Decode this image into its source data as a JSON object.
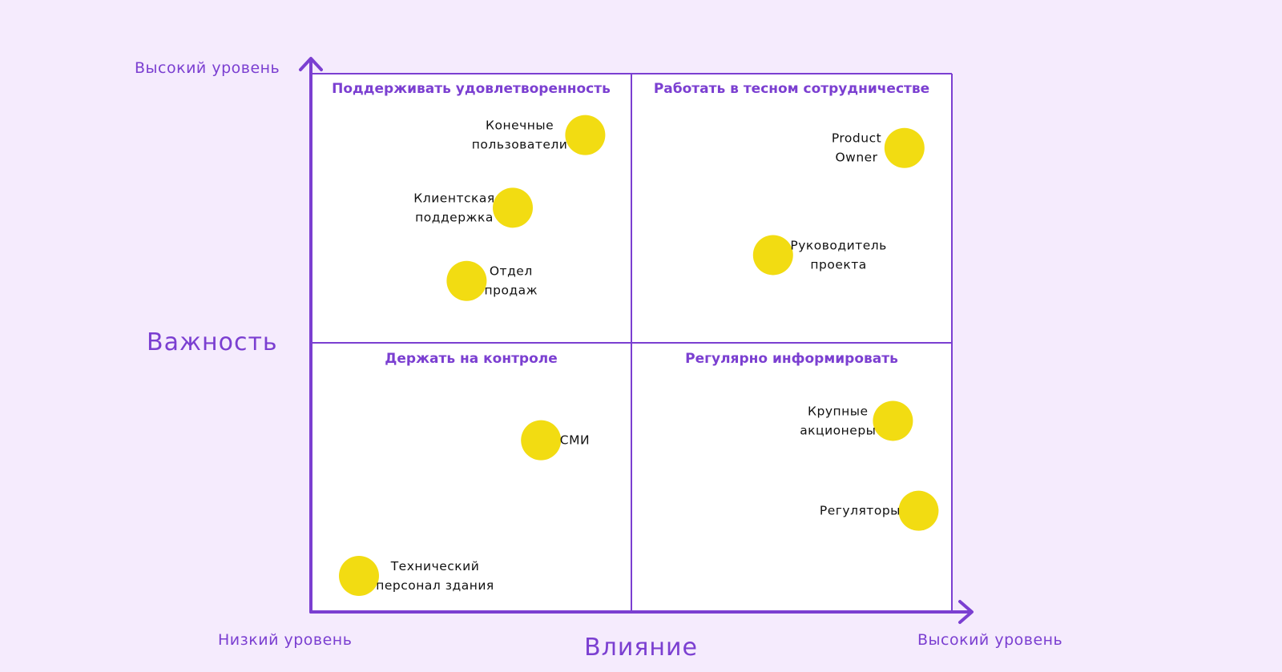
{
  "chart_data": {
    "type": "scatter",
    "title": "",
    "xlabel": "Влияние",
    "ylabel": "Важность",
    "x_low_label": "Низкий уровень",
    "x_high_label": "Высокий уровень",
    "y_high_label": "Высокий уровень",
    "xlim": [
      0,
      10
    ],
    "ylim": [
      0,
      10
    ],
    "grid": false,
    "colors": {
      "background": "#f5ebfd",
      "plot_background": "#ffffff",
      "axis": "#7b3fd1",
      "point": "#f2dc12",
      "label": "#111111"
    },
    "quadrants": [
      {
        "position": "top-left",
        "title": "Поддерживать удовлетворенность"
      },
      {
        "position": "top-right",
        "title": "Работать в тесном сотрудничестве"
      },
      {
        "position": "bottom-left",
        "title": "Держать на контроле"
      },
      {
        "position": "bottom-right",
        "title": "Регулярно информировать"
      }
    ],
    "points": [
      {
        "name": "Конечные пользователи",
        "lines": [
          "Конечные",
          "пользователи"
        ],
        "x": 4.28,
        "y": 8.86,
        "label_side": "left"
      },
      {
        "name": "Клиентская поддержка",
        "lines": [
          "Клиентская",
          "поддержка"
        ],
        "x": 3.15,
        "y": 7.51,
        "label_side": "left"
      },
      {
        "name": "Отдел продаж",
        "lines": [
          "Отдел",
          "продаж"
        ],
        "x": 2.43,
        "y": 6.15,
        "label_side": "right"
      },
      {
        "name": "Product Owner",
        "lines": [
          "Product",
          "Owner"
        ],
        "x": 9.26,
        "y": 8.62,
        "label_side": "left"
      },
      {
        "name": "Руководитель проекта",
        "lines": [
          "Руководитель",
          "проекта"
        ],
        "x": 7.21,
        "y": 6.63,
        "label_side": "right"
      },
      {
        "name": "СМИ",
        "lines": [
          "СМИ"
        ],
        "x": 3.59,
        "y": 3.19,
        "label_side": "right"
      },
      {
        "name": "Технический персонал здания",
        "lines": [
          "Технический",
          "персонал здания"
        ],
        "x": 0.75,
        "y": 0.67,
        "label_side": "right"
      },
      {
        "name": "Крупные акционеры",
        "lines": [
          "Крупные",
          "акционеры"
        ],
        "x": 9.08,
        "y": 3.55,
        "label_side": "left"
      },
      {
        "name": "Регуляторы",
        "lines": [
          "Регуляторы"
        ],
        "x": 9.48,
        "y": 1.88,
        "label_side": "left"
      }
    ]
  }
}
